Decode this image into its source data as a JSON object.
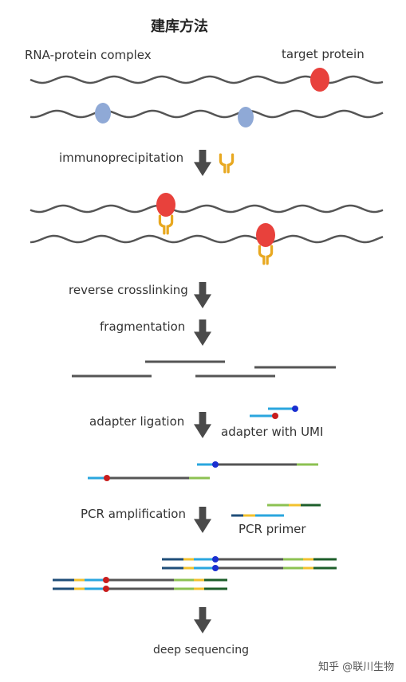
{
  "title": "建库方法",
  "labels": {
    "rna_protein_complex": "RNA-protein complex",
    "target_protein": "target protein",
    "immunoprecipitation": "immunoprecipitation",
    "reverse_crosslinking": "reverse crosslinking",
    "fragmentation": "fragmentation",
    "adapter_ligation": "adapter ligation",
    "adapter_with_umi": "adapter with UMI",
    "pcr_amplification": "PCR amplification",
    "pcr_primer": "PCR primer",
    "deep_sequencing": "deep sequencing"
  },
  "watermark": "知乎 @联川生物",
  "colors": {
    "rna": "#555555",
    "target_protein": "#e8413c",
    "other_protein": "#8fa9d6",
    "antibody": "#e8a820",
    "arrow": "#4a4a4a",
    "adapter_blue": "#2aa6de",
    "adapter_green": "#8cc152",
    "umi_dot": "#1a2fd0",
    "red_dot": "#c81e1e",
    "primer_navy": "#1f4e79",
    "primer_yellow": "#f2c12e",
    "primer_darkgreen": "#1d5e2a"
  }
}
